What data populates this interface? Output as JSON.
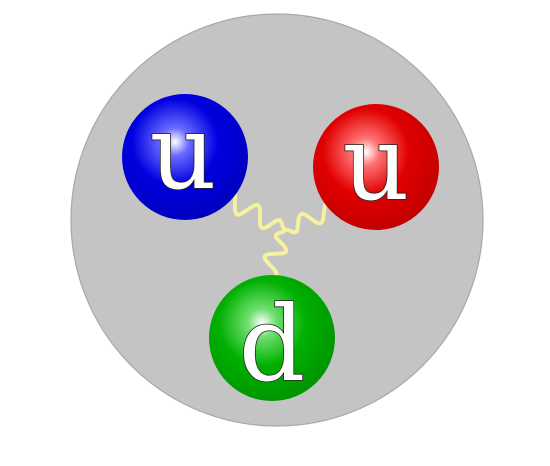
{
  "colors": {
    "proton_fill": "#c4c4c4",
    "proton_stroke": "#a8a8a8",
    "gluon": "#f5f1a0",
    "quark_blue": "#0000e0",
    "quark_red": "#e00000",
    "quark_green": "#00b000"
  },
  "quarks": [
    {
      "label": "u",
      "color_name": "blue"
    },
    {
      "label": "u",
      "color_name": "red"
    },
    {
      "label": "d",
      "color_name": "green"
    }
  ]
}
